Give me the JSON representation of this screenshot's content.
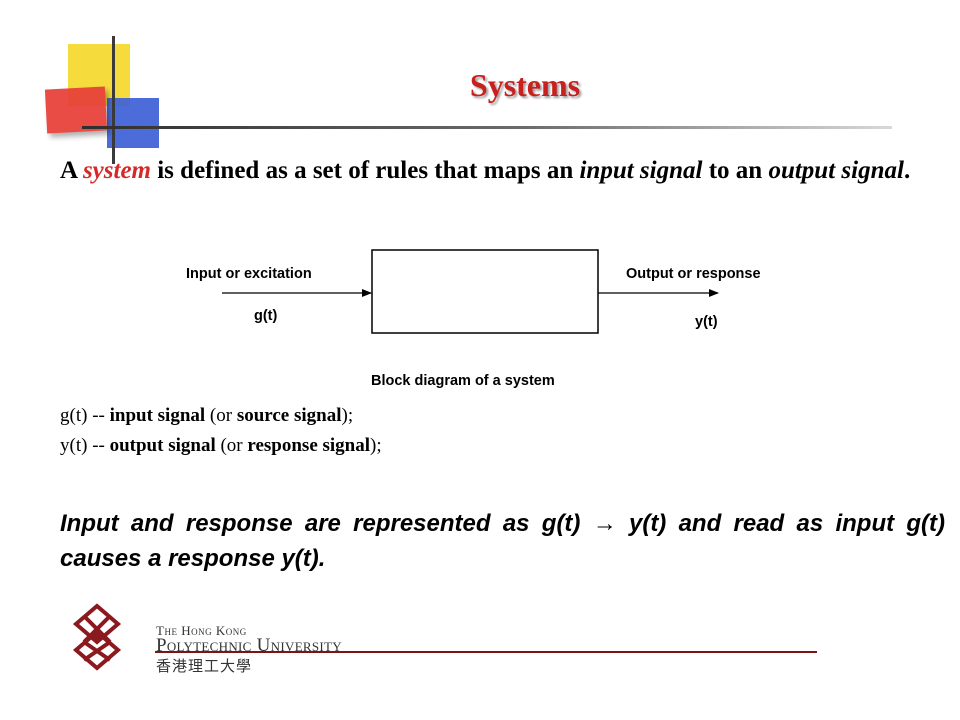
{
  "slide": {
    "title": "Systems",
    "definition": {
      "p1": "A ",
      "system": "system",
      "p2": " is defined as a set of rules that maps an ",
      "input_signal": "input signal",
      "p3": " to an ",
      "output_signal": "output signal",
      "p4": "."
    },
    "diagram": {
      "input_label": "Input or excitation",
      "input_signal": "g(t)",
      "output_label": "Output or response",
      "output_signal": "y(t)",
      "caption": "Block diagram of a system"
    },
    "signals": [
      {
        "name": "g(t)",
        "sep": " -- ",
        "desc": "input signal",
        "open": " (or ",
        "alt": "source signal",
        "close": ");"
      },
      {
        "name": "y(t)",
        "sep": " -- ",
        "desc": "output signal",
        "open": " (or ",
        "alt": "response signal",
        "close": ");"
      }
    ],
    "conclusion": {
      "c1": "Input and response are represented as g(t) ",
      "arrow": "→",
      "c2": " y(t) and read as input g(t) causes a response y(t)."
    }
  },
  "footer": {
    "university_line1": "The Hong Kong",
    "university_line2": "Polytechnic University",
    "university_chinese": "香港理工大學"
  },
  "colors": {
    "title": "#c8201e",
    "highlight": "#d62828",
    "footer_rule": "#7a1418"
  }
}
